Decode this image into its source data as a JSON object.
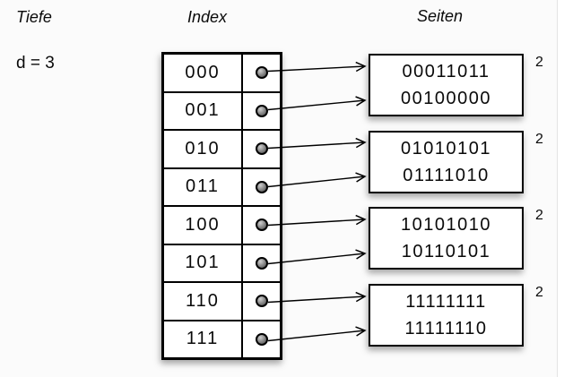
{
  "headers": {
    "depth_title": "Tiefe",
    "depth_value": "d = 3",
    "index_title": "Index",
    "pages_title": "Seiten"
  },
  "index": {
    "entries": [
      "000",
      "001",
      "010",
      "011",
      "100",
      "101",
      "110",
      "111"
    ]
  },
  "pages": [
    {
      "lines": [
        "00011011",
        "00100000"
      ],
      "local_depth": "2"
    },
    {
      "lines": [
        "01010101",
        "01111010"
      ],
      "local_depth": "2"
    },
    {
      "lines": [
        "10101010",
        "10110101"
      ],
      "local_depth": "2"
    },
    {
      "lines": [
        "11111111",
        "11111110"
      ],
      "local_depth": "2"
    }
  ],
  "links": [
    {
      "index_entry": "000",
      "page": 0
    },
    {
      "index_entry": "001",
      "page": 0
    },
    {
      "index_entry": "010",
      "page": 1
    },
    {
      "index_entry": "011",
      "page": 1
    },
    {
      "index_entry": "100",
      "page": 2
    },
    {
      "index_entry": "101",
      "page": 2
    },
    {
      "index_entry": "110",
      "page": 3
    },
    {
      "index_entry": "111",
      "page": 3
    }
  ],
  "colors": {
    "ink": "#000000",
    "background": "#fbfbfb",
    "box_fill": "#ffffff",
    "dot_fill": "#6e6e6e"
  }
}
